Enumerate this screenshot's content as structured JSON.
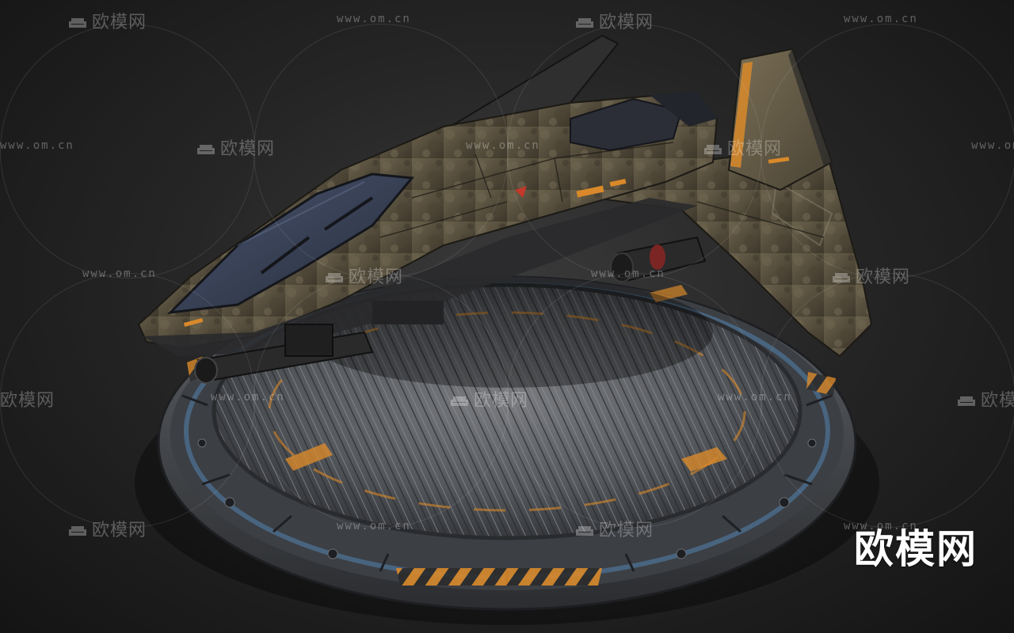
{
  "watermark": {
    "brand": "欧模网",
    "url": "www.om.cn",
    "icon": "sofa-icon",
    "color": "#ffffff"
  },
  "corner_mark": {
    "text": "欧模网"
  },
  "subject": {
    "icon": "spaceship-icon",
    "platform_icon": "landing-pad-icon"
  },
  "colors": {
    "background": "#1b1b1b",
    "hull_camo": "#5c5443",
    "canopy": "#3a4358",
    "accent_orange": "#d9892a",
    "pad_metal": "#4a4d52",
    "pad_rim_blue": "#4a6b8a"
  }
}
